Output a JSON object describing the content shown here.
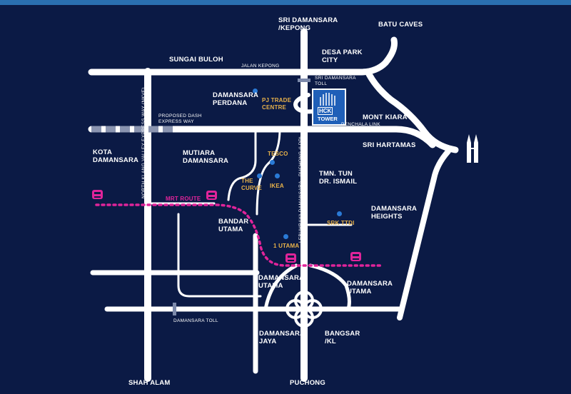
{
  "map": {
    "colors": {
      "background": "#0b1a45",
      "road": "#ffffff",
      "mrt": "#e0249a",
      "poi_label": "#e8b24a",
      "poi_dot": "#2a7ad6",
      "tower_box": "#1f5fb8"
    },
    "places": {
      "sri_damansara_kepong": "SRI DAMANSARA\n/KEPONG",
      "batu_caves": "BATU CAVES",
      "sungai_buloh": "SUNGAI BULOH",
      "desa_park_city": "DESA PARK\nCITY",
      "damansara_perdana": "DAMANSARA\nPERDANA",
      "mont_kiara": "MONT KIARA",
      "sri_hartamas": "SRI HARTAMAS",
      "kota_damansara": "KOTA\nDAMANSARA",
      "mutiara_damansara": "MUTIARA\nDAMANSARA",
      "ttdi": "TMN. TUN\nDR. ISMAIL",
      "damansara_heights": "DAMANSARA\nHEIGHTS",
      "bandar_utama": "BANDAR\nUTAMA",
      "damansara_utama_w": "DAMANSARA\nUTAMA",
      "damansara_utama_e": "DAMANSARA\nUTAMA",
      "damansara_jaya": "DAMANSARA\nJAYA",
      "bangsar_kl": "BANGSAR\n/KL",
      "shah_alam": "SHAH ALAM",
      "puchong": "PUCHONG"
    },
    "roads": {
      "jalan_kepong": "JALAN KEPONG",
      "sri_damansara_toll": "SRI DAMANSARA\nTOLL",
      "proposed_dash": "PROPOSED DASH\nEXPRESS WAY",
      "penchala_link": "PENCHALA LINK",
      "nkve": "NORTH KLANG VALLEY EXPRESS WAY (NKVE)",
      "ldp": "LEBUHRAYA DAMANSARA - PUCHONG (LDP)",
      "damansara_toll": "DAMANSARA TOLL",
      "mrt_route": "MRT ROUTE"
    },
    "pois": {
      "pj_trade_centre": "PJ TRADE\nCENTRE",
      "tesco": "TESCO",
      "the_curve": "THE\nCURVE",
      "ikea": "IKEA",
      "srk_ttdi": "SRK TTDI",
      "one_utama": "1 UTAMA"
    },
    "tower": {
      "line1": "HCK",
      "line2": "TOWER"
    },
    "icons": [
      "mrt-train-icon",
      "building-icon",
      "petronas-towers-icon"
    ]
  }
}
